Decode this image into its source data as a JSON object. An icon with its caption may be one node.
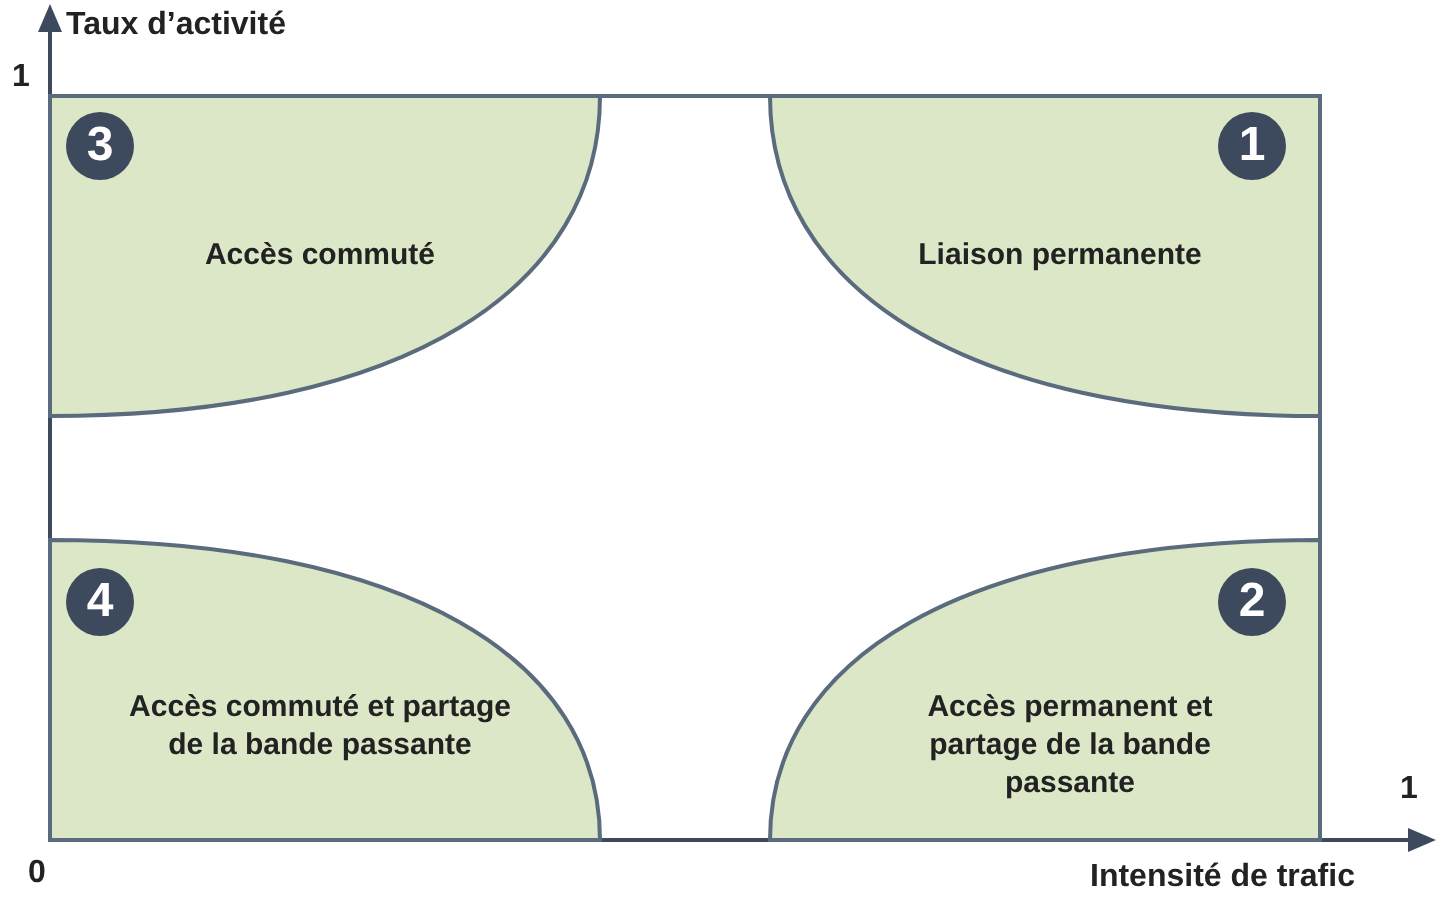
{
  "diagram": {
    "nodes": [
      {
        "text": [
          "3",
          "Accès commuté"
        ]
      },
      {
        "text": [
          "1",
          "Liaison permanente"
        ]
      },
      {
        "text": [
          "4",
          "Accès commuté et partage de la bande passante"
        ]
      },
      {
        "text": [
          "2",
          "Accès permanent et partage de la bande passante"
        ]
      }
    ],
    "labels": [
      "Taux d’activité",
      "1",
      "1",
      "0",
      "Intensité de trafic"
    ]
  }
}
